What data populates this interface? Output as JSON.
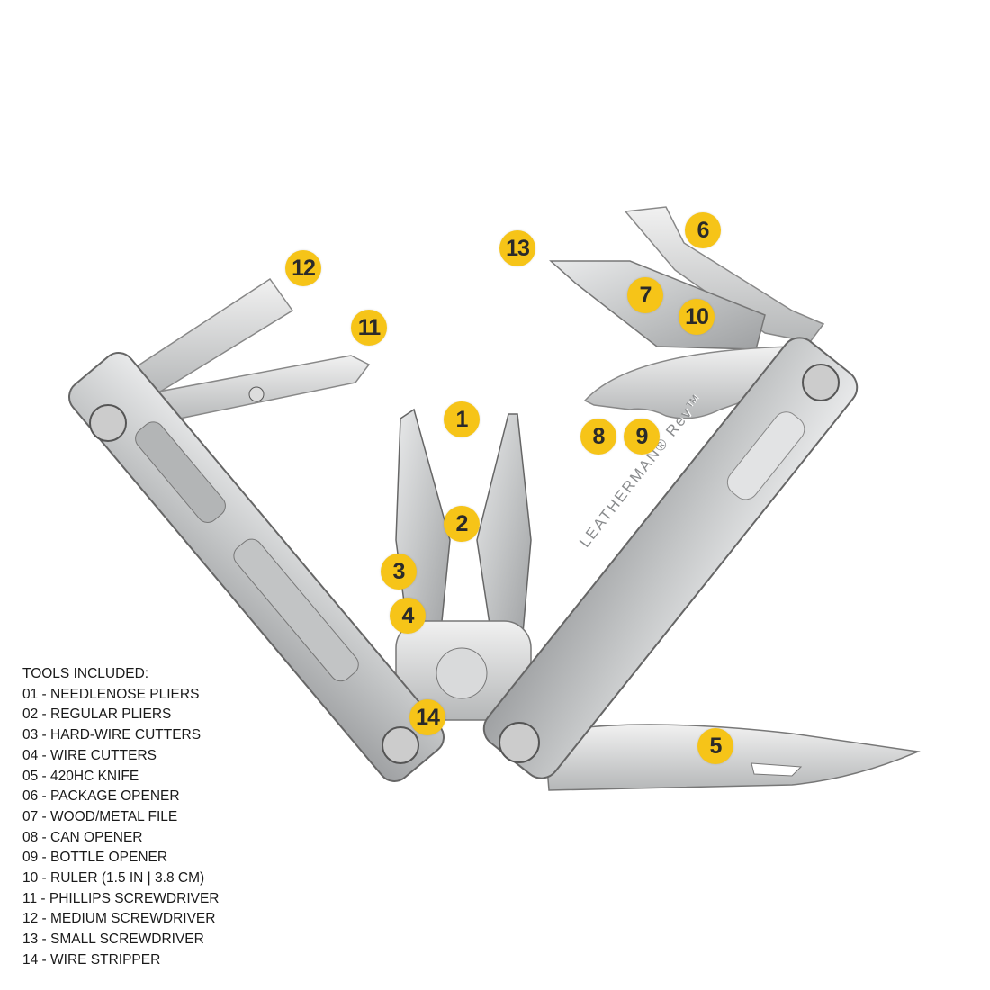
{
  "product": {
    "brand_engraving": "LEATHERMAN® Rev™"
  },
  "badges": [
    "1",
    "2",
    "3",
    "4",
    "5",
    "6",
    "7",
    "8",
    "9",
    "10",
    "11",
    "12",
    "13",
    "14"
  ],
  "legend": {
    "title": "TOOLS INCLUDED:",
    "items": [
      "01 - NEEDLENOSE PLIERS",
      "02 - REGULAR PLIERS",
      "03 - HARD-WIRE CUTTERS",
      "04 - WIRE CUTTERS",
      "05 - 420HC KNIFE",
      "06 - PACKAGE OPENER",
      "07 - WOOD/METAL FILE",
      "08 - CAN OPENER",
      "09 - BOTTLE OPENER",
      "10 - RULER (1.5 IN | 3.8 CM)",
      "11 - PHILLIPS SCREWDRIVER",
      "12 - MEDIUM SCREWDRIVER",
      "13 - SMALL SCREWDRIVER",
      "14 - WIRE STRIPPER"
    ]
  },
  "colors": {
    "badge": "#f6c418",
    "steel": "#c9cacb"
  }
}
